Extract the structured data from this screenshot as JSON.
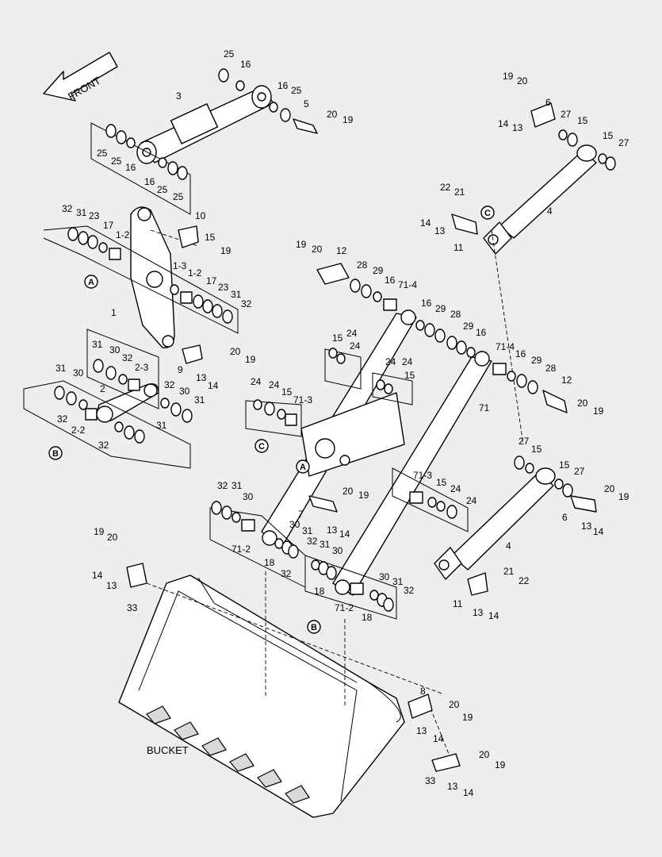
{
  "diagram": {
    "front_arrow": "FRONT",
    "bucket_label": "BUCKET",
    "callouts": [
      {
        "id": "c-A1",
        "text": "A"
      },
      {
        "id": "c-A2",
        "text": "A"
      },
      {
        "id": "c-B1",
        "text": "B"
      },
      {
        "id": "c-B2",
        "text": "B"
      },
      {
        "id": "c-C1",
        "text": "C"
      },
      {
        "id": "c-C2",
        "text": "C"
      }
    ],
    "labels": [
      "25",
      "16",
      "16",
      "25",
      "5",
      "20",
      "19",
      "3",
      "25",
      "25",
      "16",
      "16",
      "25",
      "25",
      "19",
      "20",
      "6",
      "14",
      "13",
      "27",
      "15",
      "15",
      "27",
      "22",
      "21",
      "14",
      "13",
      "11",
      "4",
      "32",
      "31",
      "23",
      "17",
      "1-2",
      "10",
      "15",
      "19",
      "1",
      "1-3",
      "1-2",
      "17",
      "23",
      "31",
      "32",
      "19",
      "20",
      "12",
      "28",
      "29",
      "16",
      "71-4",
      "16",
      "29",
      "28",
      "29",
      "16",
      "31",
      "30",
      "32",
      "2-3",
      "9",
      "20",
      "19",
      "13",
      "14",
      "31",
      "30",
      "2",
      "32",
      "30",
      "31",
      "32",
      "2-2",
      "31",
      "32",
      "15",
      "24",
      "24",
      "24",
      "24",
      "15",
      "71-4",
      "16",
      "29",
      "28",
      "12",
      "20",
      "19",
      "24",
      "24",
      "15",
      "71-3",
      "71",
      "27",
      "15",
      "15",
      "27",
      "20",
      "19",
      "6",
      "13",
      "14",
      "4",
      "32",
      "31",
      "30",
      "20",
      "19",
      "7",
      "13",
      "14",
      "71-2",
      "18",
      "30",
      "31",
      "32",
      "71-3",
      "15",
      "24",
      "24",
      "19",
      "20",
      "14",
      "13",
      "33",
      "32",
      "31",
      "30",
      "18",
      "30",
      "31",
      "32",
      "71-2",
      "18",
      "11",
      "13",
      "14",
      "21",
      "22",
      "8",
      "20",
      "19",
      "13",
      "14",
      "33",
      "20",
      "19",
      "13",
      "14"
    ]
  }
}
